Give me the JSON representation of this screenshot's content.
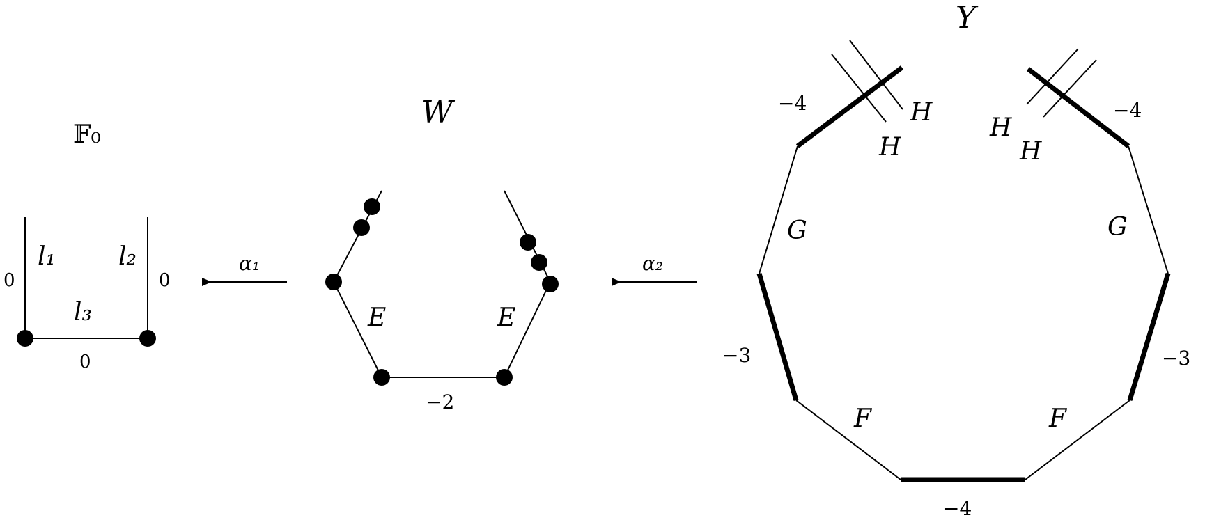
{
  "panels": {
    "f0": {
      "title": "𝔽₀",
      "lines": {
        "l1": "l₁",
        "l2": "l₂",
        "l3": "l₃"
      },
      "self_int": {
        "left": "0",
        "right": "0",
        "bottom": "0"
      }
    },
    "w": {
      "title": "W",
      "curves": {
        "left": "E",
        "right": "E"
      },
      "self_int": {
        "bottom": "−2"
      }
    },
    "y": {
      "title": "Y",
      "self_int": {
        "top_left": "−4",
        "top_right": "−4",
        "left": "−3",
        "right": "−3",
        "bottom": "−4"
      },
      "curves": {
        "g_left": "G",
        "g_right": "G",
        "f_left": "F",
        "f_right": "F",
        "h1": "H",
        "h2": "H",
        "h3": "H",
        "h4": "H"
      }
    }
  },
  "maps": {
    "alpha1": "α₁",
    "alpha2": "α₂"
  }
}
